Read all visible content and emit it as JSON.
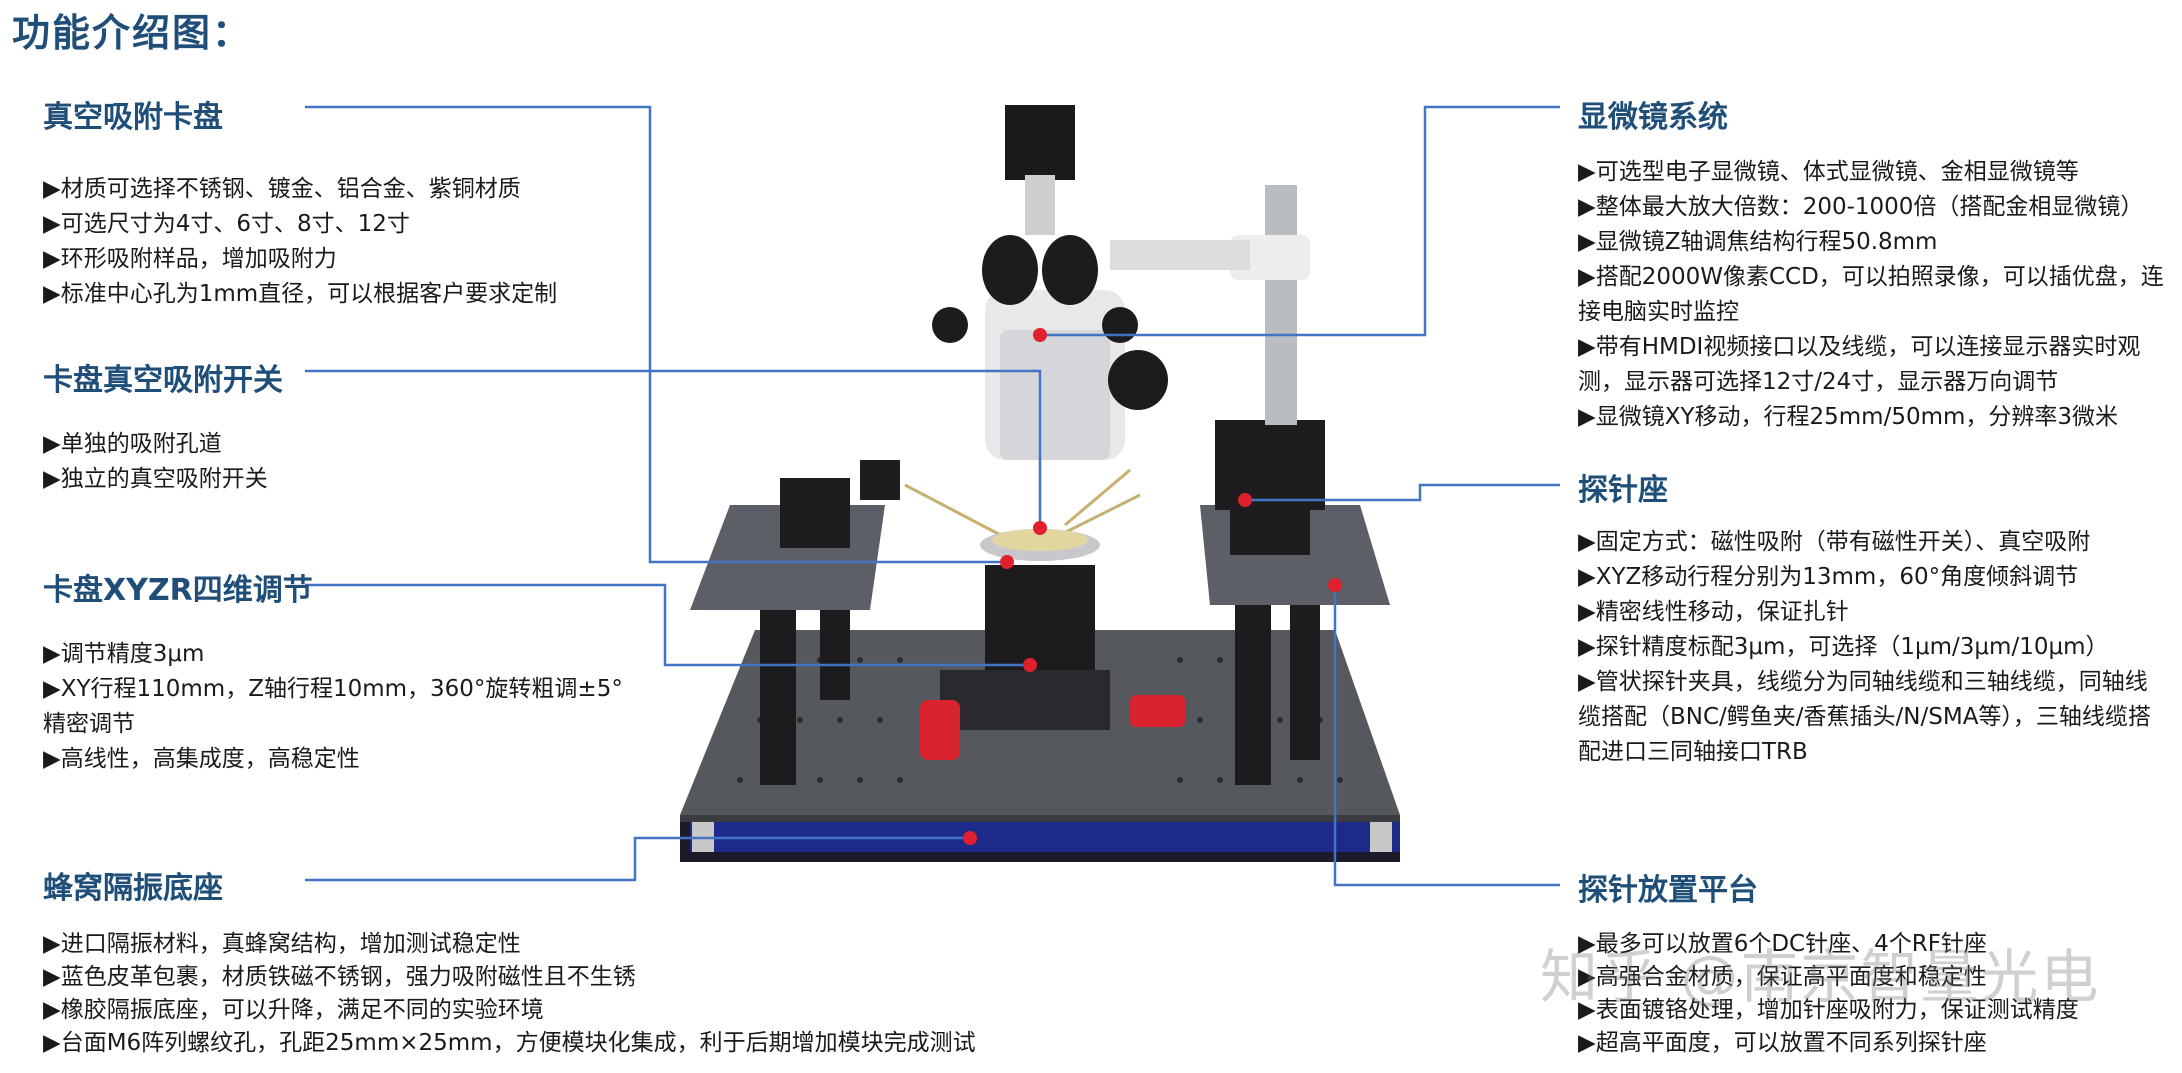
{
  "page_title": "功能介绍图：",
  "colors": {
    "title": "#1f4e79",
    "line": "#4472c4",
    "dot": "#e0202e",
    "text": "#1a1a1a"
  },
  "sections": {
    "vacuum_chuck": {
      "title": "真空吸附卡盘",
      "items": [
        "▶材质可选择不锈钢、镀金、铝合金、紫铜材质",
        "▶可选尺寸为4寸、6寸、8寸、12寸",
        "▶环形吸附样品，增加吸附力",
        "▶标准中心孔为1mm直径，可以根据客户要求定制"
      ]
    },
    "chuck_switch": {
      "title": "卡盘真空吸附开关",
      "items": [
        "▶单独的吸附孔道",
        "▶独立的真空吸附开关"
      ]
    },
    "xyzr": {
      "title": "卡盘XYZR四维调节",
      "items": [
        "▶调节精度3μm",
        "▶XY行程110mm，Z轴行程10mm，360°旋转粗调±5°精密调节",
        "▶高线性，高集成度，高稳定性"
      ]
    },
    "honeycomb": {
      "title": "蜂窝隔振底座",
      "items": [
        "▶进口隔振材料，真蜂窝结构，增加测试稳定性",
        "▶蓝色皮革包裹，材质铁磁不锈钢，强力吸附磁性且不生锈",
        "▶橡胶隔振底座，可以升降，满足不同的实验环境",
        "▶台面M6阵列螺纹孔，孔距25mm×25mm，方便模块化集成，利于后期增加模块完成测试"
      ]
    },
    "microscope": {
      "title": "显微镜系统",
      "items": [
        "▶可选型电子显微镜、体式显微镜、金相显微镜等",
        "▶整体最大放大倍数：200-1000倍（搭配金相显微镜）",
        "▶显微镜Z轴调焦结构行程50.8mm",
        "▶搭配2000W像素CCD，可以拍照录像，可以插优盘，连接电脑实时监控",
        "▶带有HMDI视频接口以及线缆，可以连接显示器实时观测，显示器可选择12寸/24寸，显示器万向调节",
        "▶显微镜XY移动，行程25mm/50mm，分辨率3微米"
      ]
    },
    "probe_base": {
      "title": "探针座",
      "items": [
        "▶固定方式：磁性吸附（带有磁性开关）、真空吸附",
        "▶XYZ移动行程分别为13mm，60°角度倾斜调节",
        "▶精密线性移动，保证扎针",
        "▶探针精度标配3μm，可选择（1μm/3μm/10μm）",
        "▶管状探针夹具，线缆分为同轴线缆和三轴线缆，同轴线缆搭配（BNC/鳄鱼夹/香蕉插头/N/SMA等），三轴线缆搭配进口三同轴接口TRB"
      ]
    },
    "probe_platform": {
      "title": "探针放置平台",
      "items": [
        "▶最多可以放置6个DC针座、4个RF针座",
        "▶高强合金材质，保证高平面度和稳定性",
        "▶表面镀铬处理，增加针座吸附力，保证测试精度",
        "▶超高平面度，可以放置不同系列探针座"
      ]
    }
  },
  "watermark": "知乎 @南京智量光电"
}
